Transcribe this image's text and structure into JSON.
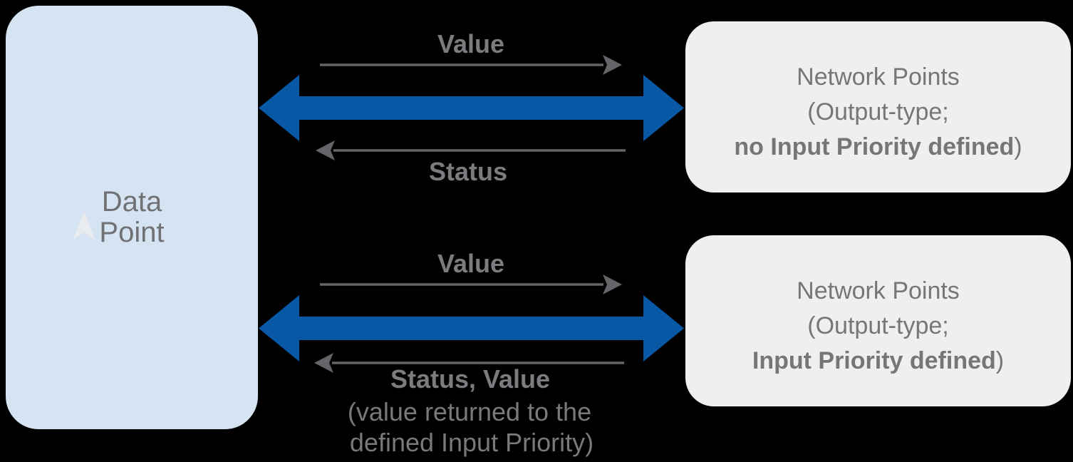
{
  "colors": {
    "background": "#000000",
    "data_point_box_fill": "#d5e3f2",
    "network_box_fill": "#efefef",
    "blue_arrow": "#0858a6",
    "thin_arrow_gray": "#646568",
    "label_gray": "#7b7c7f",
    "box_text_gray": "#757678",
    "cursor_glyph_fill": "#e9ecef"
  },
  "data_point_box": {
    "line1": "Data",
    "line2": "Point"
  },
  "flows": [
    {
      "forward_label": "Value",
      "back_label": "Status",
      "target": {
        "line1": "Network Points",
        "line2": "(Output-type;",
        "line3_bold": "no Input Priority defined",
        "line3_suffix": ")"
      }
    },
    {
      "forward_label": "Value",
      "back_label": "Status, Value",
      "back_note_line1": "(value returned to the",
      "back_note_line2": "defined Input Priority)",
      "target": {
        "line1": "Network Points",
        "line2": "(Output-type;",
        "line3_bold": "Input Priority defined",
        "line3_suffix": ")"
      }
    }
  ]
}
